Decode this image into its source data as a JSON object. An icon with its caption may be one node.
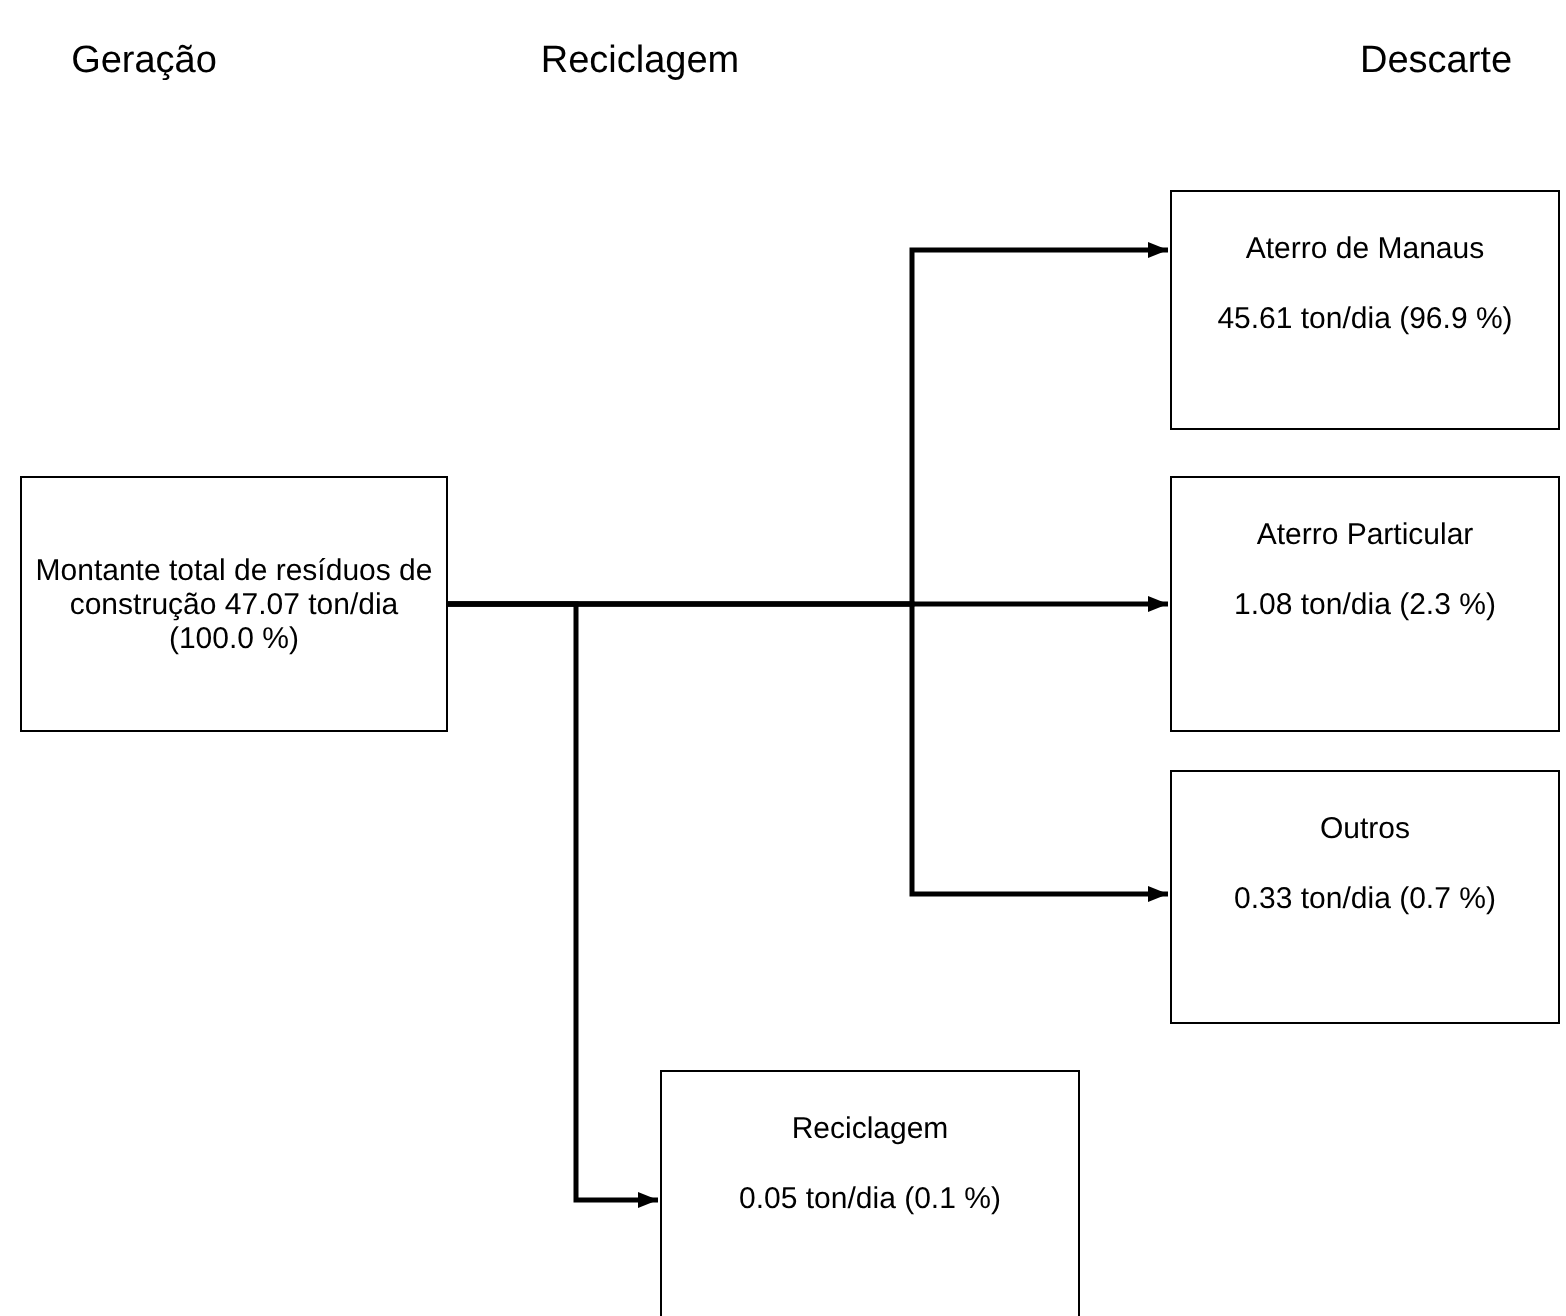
{
  "diagram": {
    "nodes": [
      {
        "text": [
          "Montante total de resíduos de construção 47.07 ton/dia (100.0 %)"
        ]
      },
      {
        "text": [
          "Aterro de Manaus",
          "45.61 ton/dia (96.9 %)"
        ]
      },
      {
        "text": [
          "Aterro Particular",
          "1.08 ton/dia (2.3 %)"
        ]
      },
      {
        "text": [
          "Outros",
          "0.33 ton/dia (0.7 %)"
        ]
      },
      {
        "text": [
          "Reciclagem",
          "0.05 ton/dia (0.1 %)"
        ]
      }
    ],
    "edges": [
      {
        "from": 0,
        "to": 1,
        "arrow": "to"
      },
      {
        "from": 0,
        "to": 2,
        "arrow": "to"
      },
      {
        "from": 0,
        "to": 3,
        "arrow": "to"
      },
      {
        "from": 0,
        "to": 4,
        "arrow": "to"
      }
    ],
    "labels": [
      "Geração",
      "Reciclagem",
      "Descarte"
    ]
  }
}
